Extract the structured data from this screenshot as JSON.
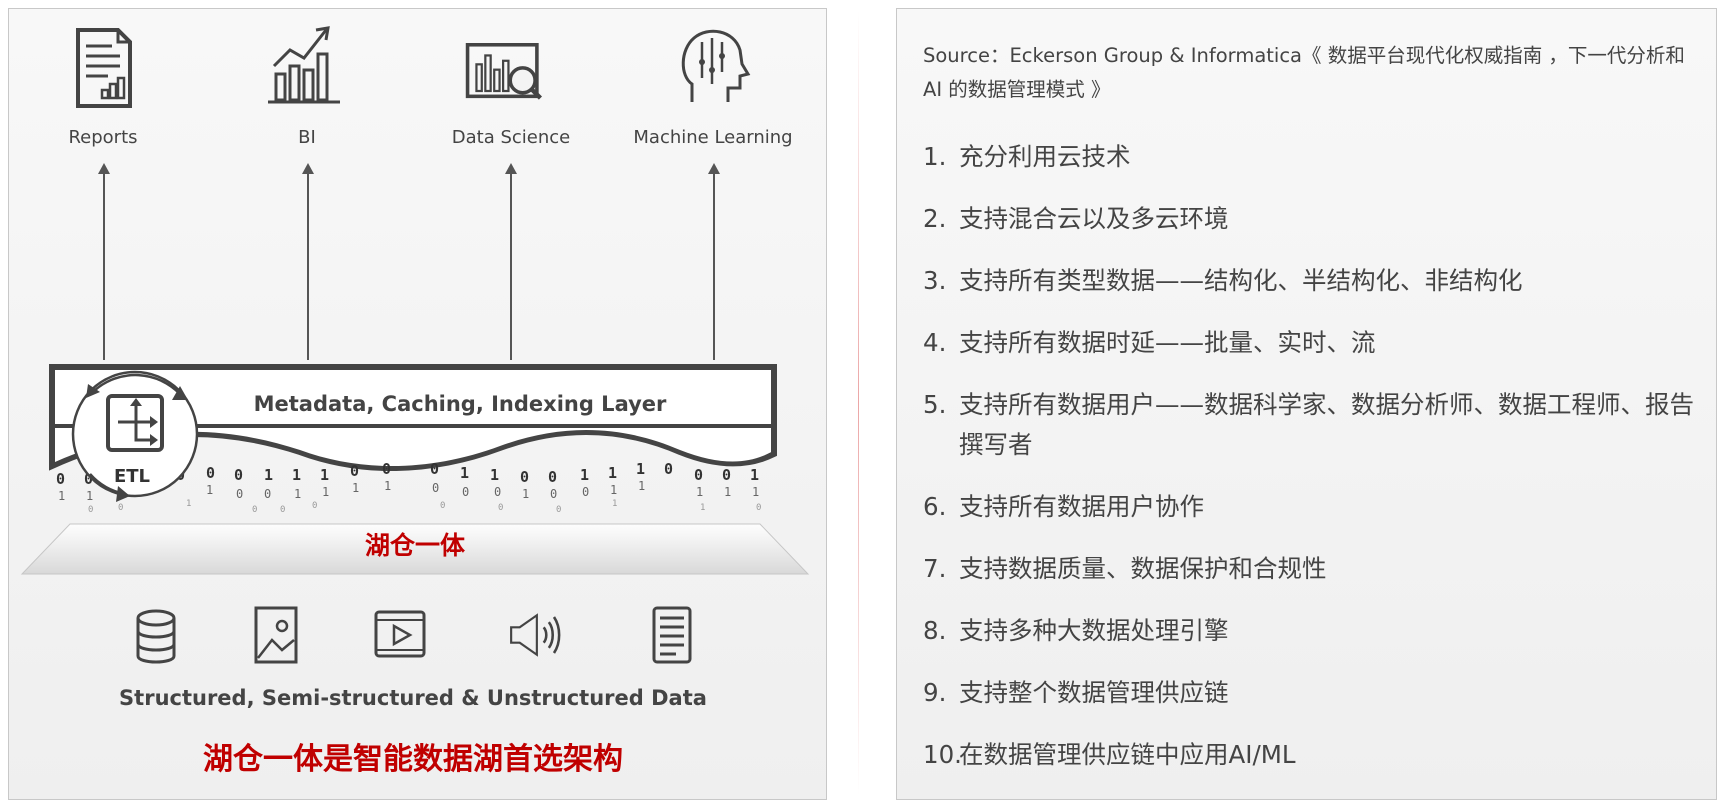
{
  "left": {
    "consumers": [
      {
        "label": "Reports",
        "icon": "report-document-icon"
      },
      {
        "label": "BI",
        "icon": "bar-chart-trend-icon"
      },
      {
        "label": "Data Science",
        "icon": "chart-magnifier-icon"
      },
      {
        "label": "Machine Learning",
        "icon": "ai-head-icon"
      }
    ],
    "layer_label": "Metadata, Caching, Indexing Layer",
    "etl_label": "ETL",
    "lakehouse_label": "湖仓一体",
    "sources": [
      {
        "icon": "database-icon"
      },
      {
        "icon": "image-icon"
      },
      {
        "icon": "video-icon"
      },
      {
        "icon": "audio-icon"
      },
      {
        "icon": "text-document-icon"
      }
    ],
    "sources_label": "Structured, Semi-structured & Unstructured Data",
    "conclusion": "湖仓一体是智能数据湖首选架构",
    "colors": {
      "accent": "#c00000",
      "line": "#555555"
    }
  },
  "right": {
    "source": "Source：Eckerson Group & Informatica《 数据平台现代化权威指南 ，下一代分析和 AI 的数据管理模式 》",
    "items": [
      {
        "num": "1.",
        "text": "充分利用云技术"
      },
      {
        "num": "2.",
        "text": "支持混合云以及多云环境"
      },
      {
        "num": "3.",
        "text": "支持所有类型数据——结构化、半结构化、非结构化"
      },
      {
        "num": "4.",
        "text": "支持所有数据时延——批量、实时、流"
      },
      {
        "num": "5.",
        "text": "支持所有数据用户——数据科学家、数据分析师、数据工程师、报告撰写者"
      },
      {
        "num": "6.",
        "text": "支持所有数据用户协作"
      },
      {
        "num": "7.",
        "text": "支持数据质量、数据保护和合规性"
      },
      {
        "num": "8.",
        "text": "支持多种大数据处理引擎"
      },
      {
        "num": "9.",
        "text": "支持整个数据管理供应链"
      },
      {
        "num": "10.",
        "text": "在数据管理供应链中应用AI/ML"
      }
    ]
  }
}
